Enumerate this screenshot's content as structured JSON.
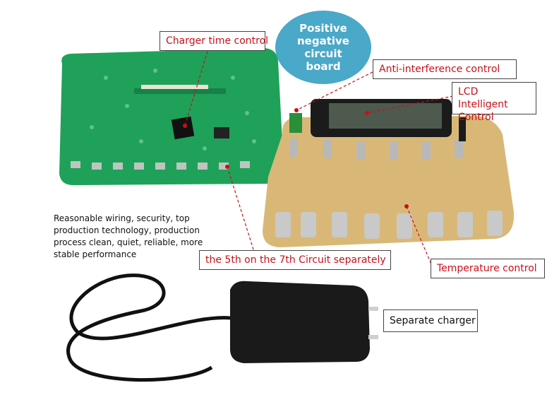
{
  "bubble": {
    "text": "Positive negative circuit board"
  },
  "labels": {
    "charger_time": "Charger time control",
    "anti_interference": "Anti-interference control",
    "lcd": "LCD Intelligent Control",
    "circuit_5_7": "the 5th on the 7th Circuit separately",
    "temperature": "Temperature control",
    "separate_charger": "Separate charger"
  },
  "note": {
    "text": "Reasonable wiring, security, top production technology, production process clean, quiet, reliable, more stable performance"
  },
  "colors": {
    "green_pcb": "#1fa15a",
    "tan_pcb": "#d9b877",
    "bubble": "#4aa8c8",
    "label_red": "#c8101a",
    "adapter": "#1a1a1a"
  }
}
